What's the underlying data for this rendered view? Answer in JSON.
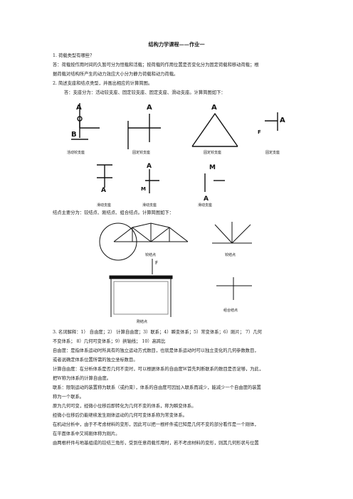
{
  "doc": {
    "title": "结构力学课程——作业一",
    "q1": "1. 荷载类型有哪些？",
    "a1_l1": "答：荷载按作用时间的久暂可分为恒载和活载；按荷载的作用位置是否变化分为固定荷载和移动荷载；根",
    "a1_l2": "据荷载对结构所产生的动力效应大小分为静力荷载和动力荷载。",
    "q2": "2. 简述支座和结点类型，并画出相应的计算简图。",
    "a2": "答：支座分为：活动铰支座、固定铰支座、固定支座、滑动支座。计算简图如下：",
    "joints": "结点主要分为：铰结点、刚结点、组合结点。计算简图如下：",
    "support_captions": [
      "活动铰支座",
      "固定铰支座",
      "固定铰支座",
      "固定支座"
    ],
    "support_captions2": [
      "滑动支座",
      "滑动支座",
      "滑动支座"
    ],
    "joint_captions": [
      "铰结点",
      "铰结点",
      "刚结点",
      "组合结点"
    ],
    "labels": {
      "A": "A",
      "B": "B",
      "F": "F",
      "M": "M"
    },
    "q3": "3. 名词解释：1） 自由度；2） 计算自由度；3）联系；4）瞬变体系；5）常变体系；6）刚片； 7）几何",
    "q3_l2": "不变体系； 8）几何可变体系；9）拱轴线； 10）高跨比",
    "p1_l1": "自由度：是指体系运动时所具有的独立运动方式数目，也就是体系运动时可以独立变化的几何参数数目，",
    "p1_l2": "或者说确定体系位置所需的独立坐标数目。",
    "p2_l1": "计算自由度：在分析体系是否几何不变时，可以根据体系的自由度W首先判断联系的数目是否足够，为此，",
    "p2_l2": "把W称为体系的计算自由度。",
    "p3_l1": "联系：限制运动的装置称为联系（或约束），体系的自由度可因加入联系而减少，能减少一个自由度的装置",
    "p3_l2": "称为一个联系。",
    "p4": "原为几何可变，经微小位移后即转化为几何不变的体系，称为瞬变体系。",
    "p5": "经微小位移后仍能继续发生刚体运动的几何可变体系称为常变体系。",
    "p6_l1": "在机动分析中，由于不考虑材料的变形，因此可以把一根杆件或已知是几何不变的部分看作是一个刚体，",
    "p6_l2": "在平面体系中又将刚体称为刚片。",
    "p7": "由两根杆件与地基组成的铰结三角形，受到任意荷载作用时，若不考虑材料的变形，则其几何形状与位置"
  }
}
